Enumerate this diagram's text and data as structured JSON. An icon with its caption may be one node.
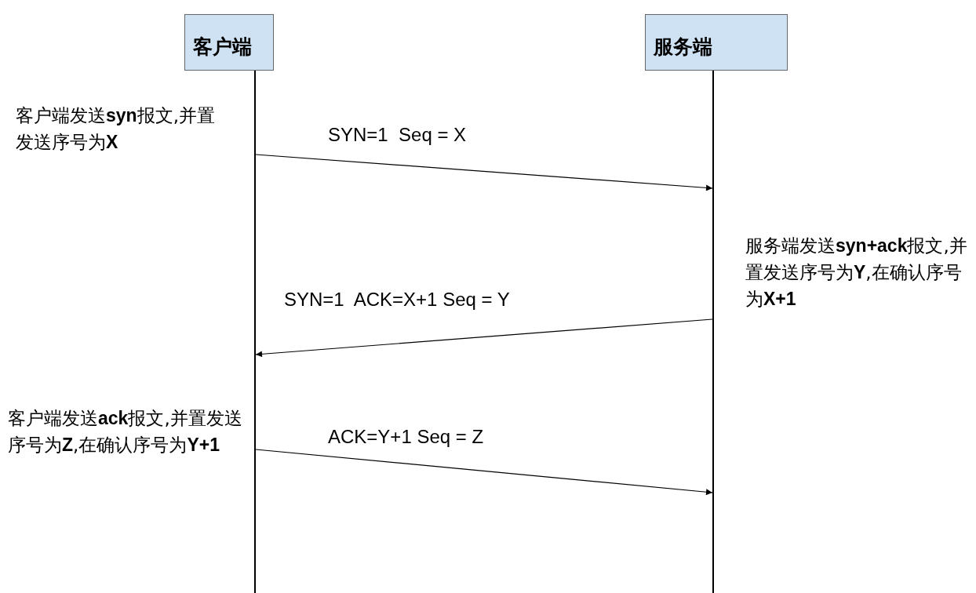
{
  "diagram": {
    "nodes": [
      {
        "text": [
          "客户端"
        ]
      },
      {
        "text": [
          "服务端"
        ]
      },
      {
        "text": [],
        "shape": "line"
      },
      {
        "text": [],
        "shape": "line"
      }
    ],
    "edges": [
      {
        "from": 2,
        "to": 3,
        "arrow": "to",
        "label": "SYN=1  Seq = X"
      },
      {
        "from": 3,
        "to": 2,
        "arrow": "to",
        "label": "SYN=1  ACK=X+1 Seq = Y"
      },
      {
        "from": 2,
        "to": 3,
        "arrow": "to",
        "label": "ACK=Y+1 Seq = Z"
      }
    ],
    "labels": [
      "客户端发送**syn**报文,并置发送序号为**X**",
      "服务端发送**syn+ack**报文,并置发送序号为**Y**,在确认序号为**X+1**",
      "客户端发送**ack**报文,并置发送序号为**Z**,在确认序号为**Y+1**"
    ]
  }
}
